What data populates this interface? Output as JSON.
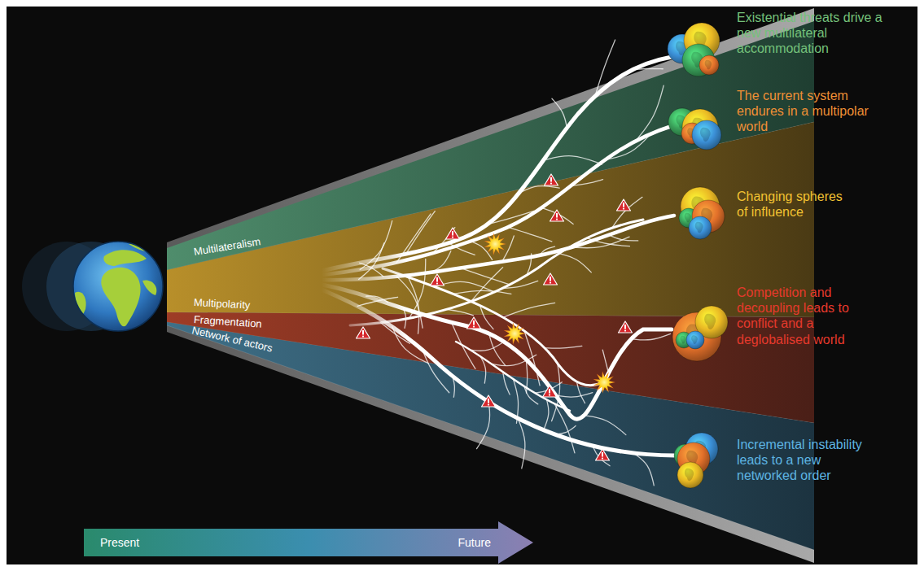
{
  "diagram": {
    "nodes": [
      {
        "text": [
          "Multilateralism"
        ]
      },
      {
        "text": [
          "Multipolarity"
        ]
      },
      {
        "text": [
          "Fragmentation"
        ]
      },
      {
        "text": [
          "Network of actors"
        ]
      },
      {
        "text": [
          "Present",
          "Future"
        ]
      }
    ],
    "labels": [
      "Existential threats drive a new multilateral accommodation",
      "The current system endures in a multipolar world",
      "Changing spheres of influence",
      "Competition and decoupling leads to conflict and a deglobalised world",
      "Incremental instability leads to a new networked order"
    ]
  }
}
